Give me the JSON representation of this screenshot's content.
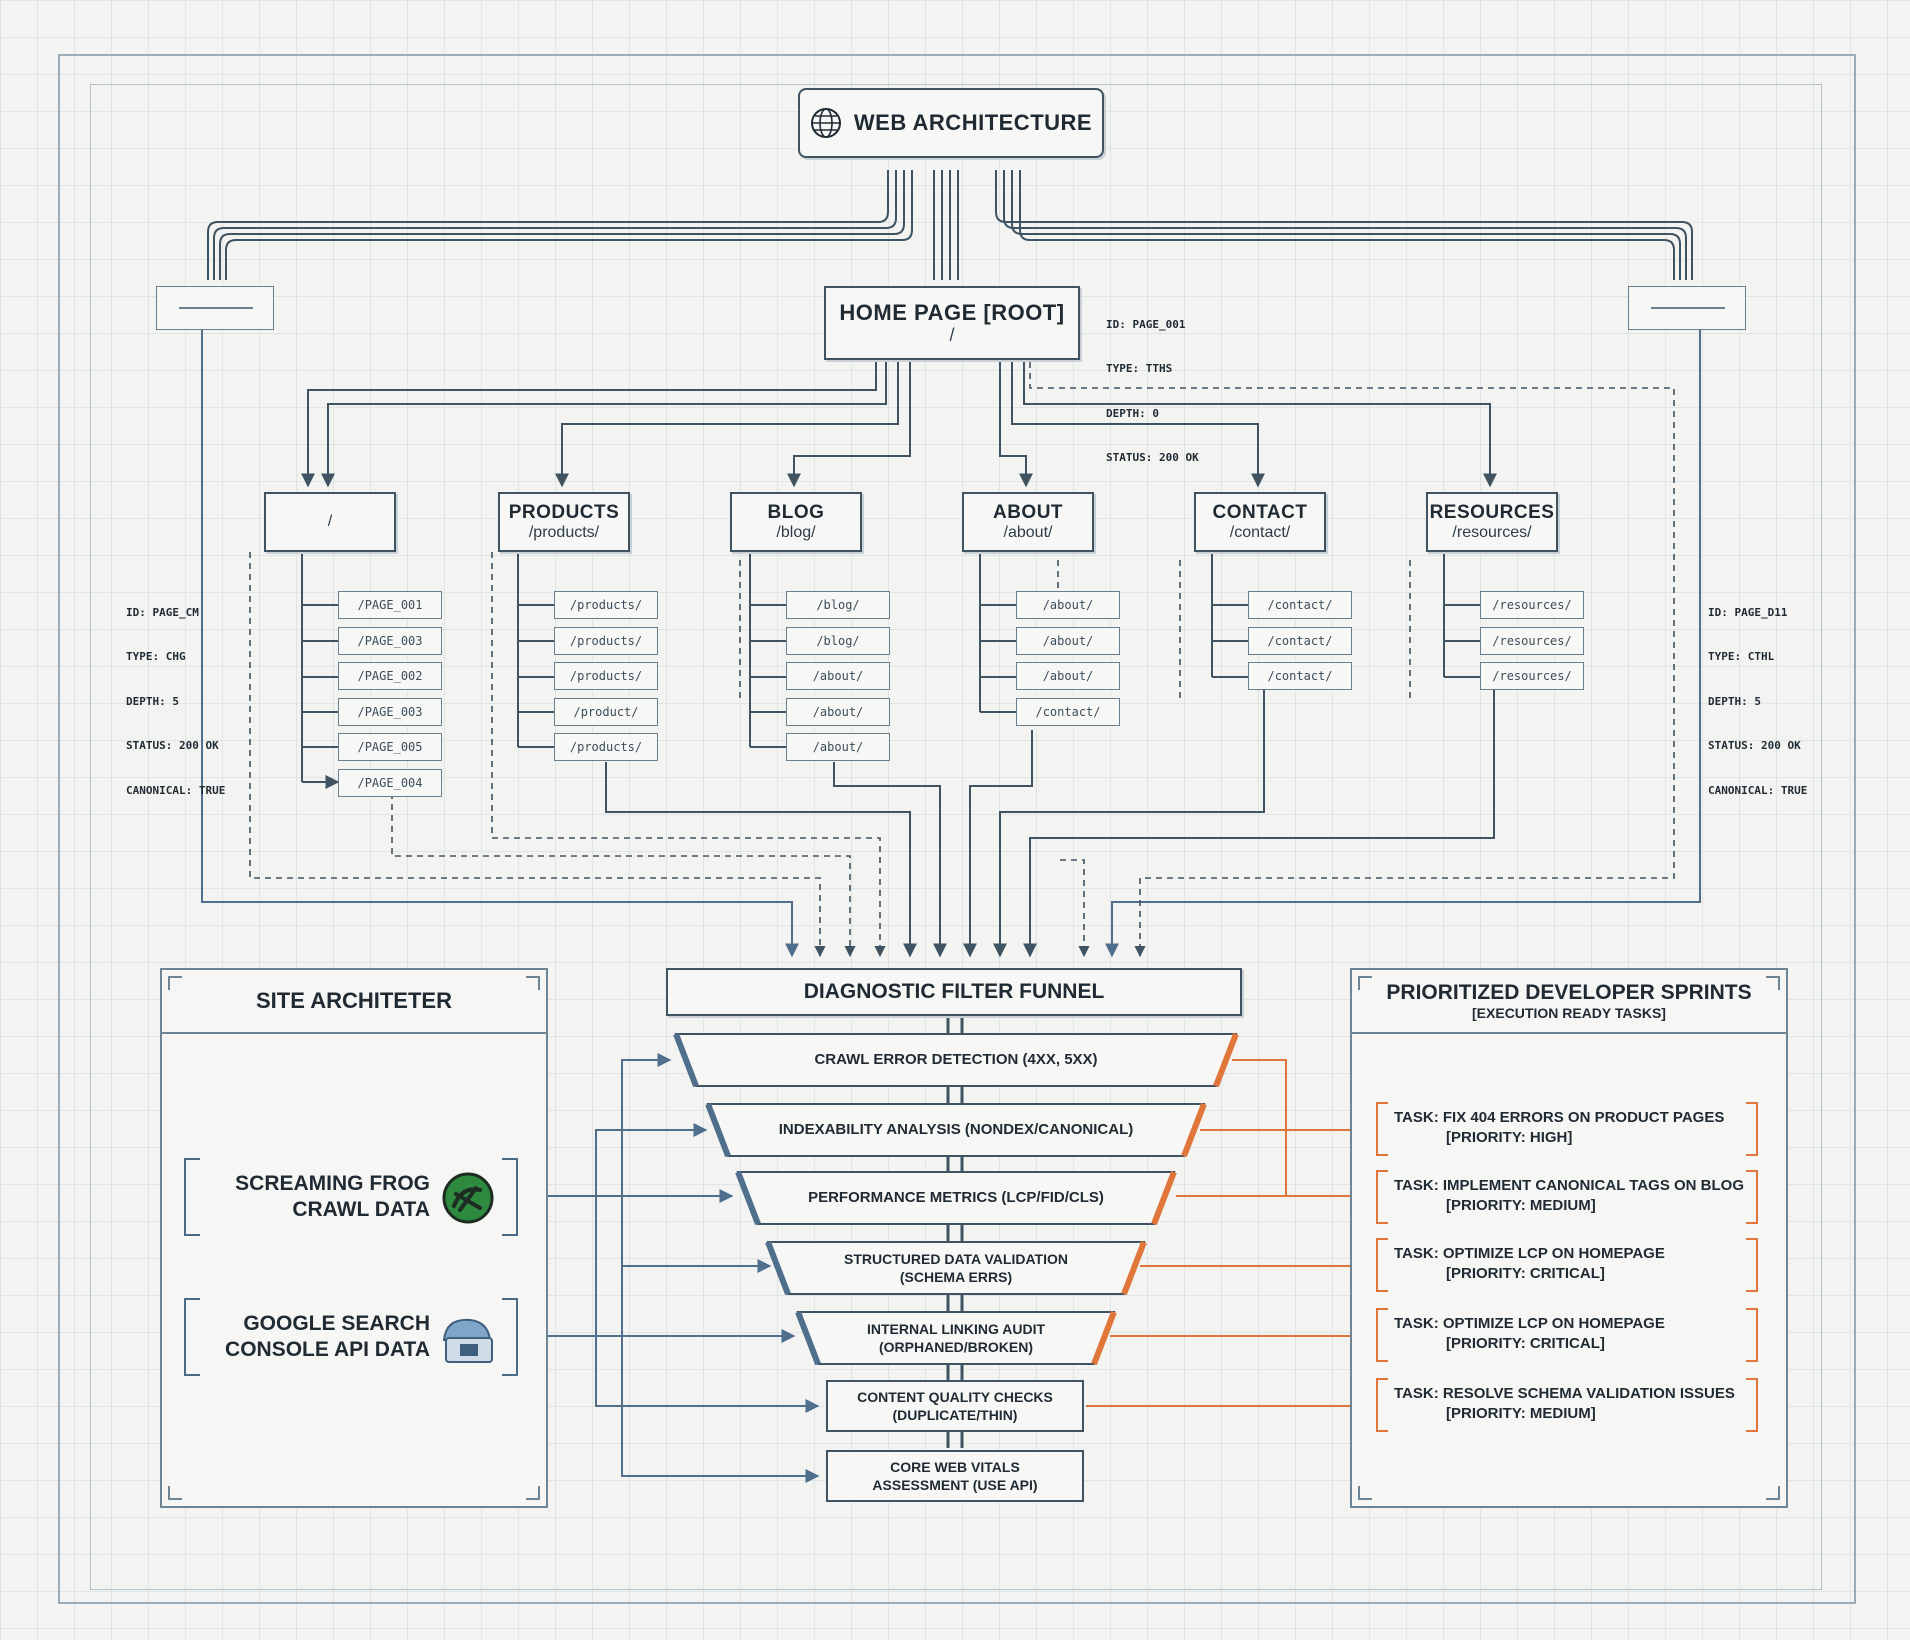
{
  "header": {
    "title": "WEB ARCHITECTURE",
    "icon": "globe-icon"
  },
  "root": {
    "title": "HOME PAGE [ROOT]",
    "path": "/",
    "meta": [
      "ID: PAGE_001",
      "TYPE: TTHS",
      "DEPTH: 0",
      "STATUS: 200 OK"
    ]
  },
  "side_meta_left": [
    "ID: PAGE_CM",
    "TYPE: CHG",
    "DEPTH: 5",
    "STATUS: 200 OK",
    "CANONICAL: TRUE"
  ],
  "side_meta_right": [
    "ID: PAGE_D11",
    "TYPE: CTHL",
    "DEPTH: 5",
    "STATUS: 200 OK",
    "CANONICAL: TRUE"
  ],
  "sections": [
    {
      "title": "",
      "path": "/",
      "children": [
        "/PAGE_001",
        "/PAGE_003",
        "/PAGE_002",
        "/PAGE_003",
        "/PAGE_005",
        "/PAGE_004"
      ]
    },
    {
      "title": "PRODUCTS",
      "path": "/products/",
      "children": [
        "/products/",
        "/products/",
        "/products/",
        "/product/",
        "/products/"
      ]
    },
    {
      "title": "BLOG",
      "path": "/blog/",
      "children": [
        "/blog/",
        "/blog/",
        "/about/",
        "/about/",
        "/about/"
      ]
    },
    {
      "title": "ABOUT",
      "path": "/about/",
      "children": [
        "/about/",
        "/about/",
        "/about/",
        "/contact/"
      ]
    },
    {
      "title": "CONTACT",
      "path": "/contact/",
      "children": [
        "/contact/",
        "/contact/",
        "/contact/"
      ]
    },
    {
      "title": "RESOURCES",
      "path": "/resources/",
      "children": [
        "/resources/",
        "/resources/",
        "/resources/"
      ]
    }
  ],
  "site_panel": {
    "title": "SITE ARCHITETER",
    "sources": [
      {
        "text": [
          "SCREAMING FROG",
          "CRAWL DATA"
        ],
        "icon": "frog-icon"
      },
      {
        "text": [
          "GOOGLE SEARCH",
          "CONSOLE API DATA"
        ],
        "icon": "cloud-server-icon"
      }
    ]
  },
  "funnel": {
    "title": "DIAGNOSTIC FILTER FUNNEL",
    "stages": [
      [
        "CRAWL ERROR DETECTION (4XX, 5XX)"
      ],
      [
        "INDEXABILITY ANALYSIS (NONDEX/CANONICAL)"
      ],
      [
        "PERFORMANCE METRICS (LCP/FID/CLS)"
      ],
      [
        "STRUCTURED DATA VALIDATION",
        "(SCHEMA ERRS)"
      ],
      [
        "INTERNAL LINKING AUDIT",
        "(ORPHANED/BROKEN)"
      ],
      [
        "CONTENT QUALITY CHECKS",
        "(DUPLICATE/THIN)"
      ],
      [
        "CORE WEB VITALS",
        "ASSESSMENT (USE API)"
      ]
    ]
  },
  "sprints": {
    "title": "PRIORITIZED DEVELOPER SPRINTS",
    "subtitle": "[EXECUTION READY TASKS]",
    "tasks": [
      {
        "task": "TASK: FIX 404 ERRORS ON PRODUCT PAGES",
        "priority": "[PRIORITY: HIGH]"
      },
      {
        "task": "TASK: IMPLEMENT CANONICAL TAGS ON BLOG",
        "priority": "[PRIORITY: MEDIUM]"
      },
      {
        "task": "TASK: OPTIMIZE LCP ON HOMEPAGE",
        "priority": "[PRIORITY: CRITICAL]"
      },
      {
        "task": "TASK: OPTIMIZE LCP ON HOMEPAGE",
        "priority": "[PRIORITY: CRITICAL]"
      },
      {
        "task": "TASK: RESOLVE SCHEMA VALIDATION ISSUES",
        "priority": "[PRIORITY: MEDIUM]"
      }
    ]
  },
  "colors": {
    "line": "#3f5362",
    "blue": "#4f6f8d",
    "orange": "#e0763a",
    "panel": "#6e8595"
  }
}
